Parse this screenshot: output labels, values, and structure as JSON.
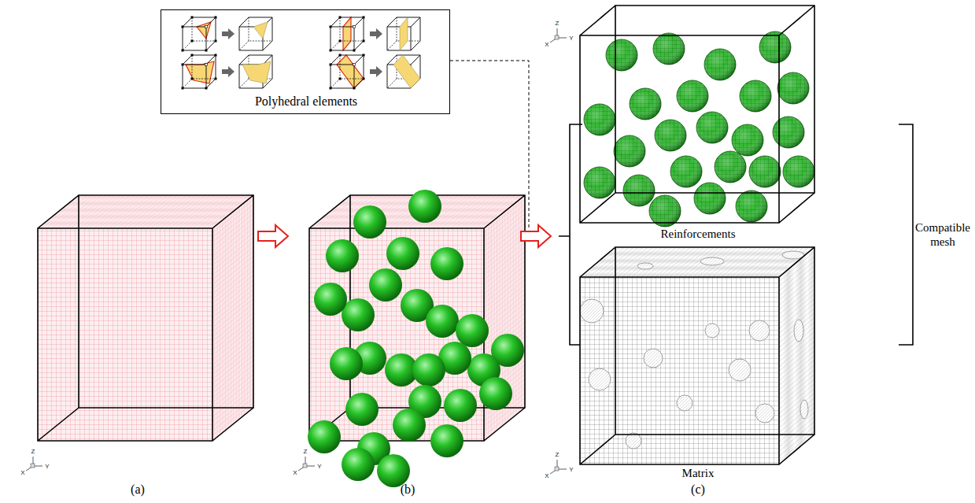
{
  "diagram": {
    "nodes": [
      {
        "text": [
          "Polyhedral elements"
        ]
      },
      {
        "text": [
          "Reinforcements"
        ]
      },
      {
        "text": [
          "Matrix"
        ]
      }
    ],
    "edges": [
      {
        "from": 1,
        "to": 2,
        "arrow": "none",
        "label": "Compatible mesh"
      }
    ],
    "labels": [
      "Z",
      "X",
      "Y",
      "Z",
      "X",
      "Y",
      "Z",
      "X",
      "Y",
      "Z",
      "X",
      "Y",
      "(a)",
      "(b)",
      "(c)"
    ]
  }
}
